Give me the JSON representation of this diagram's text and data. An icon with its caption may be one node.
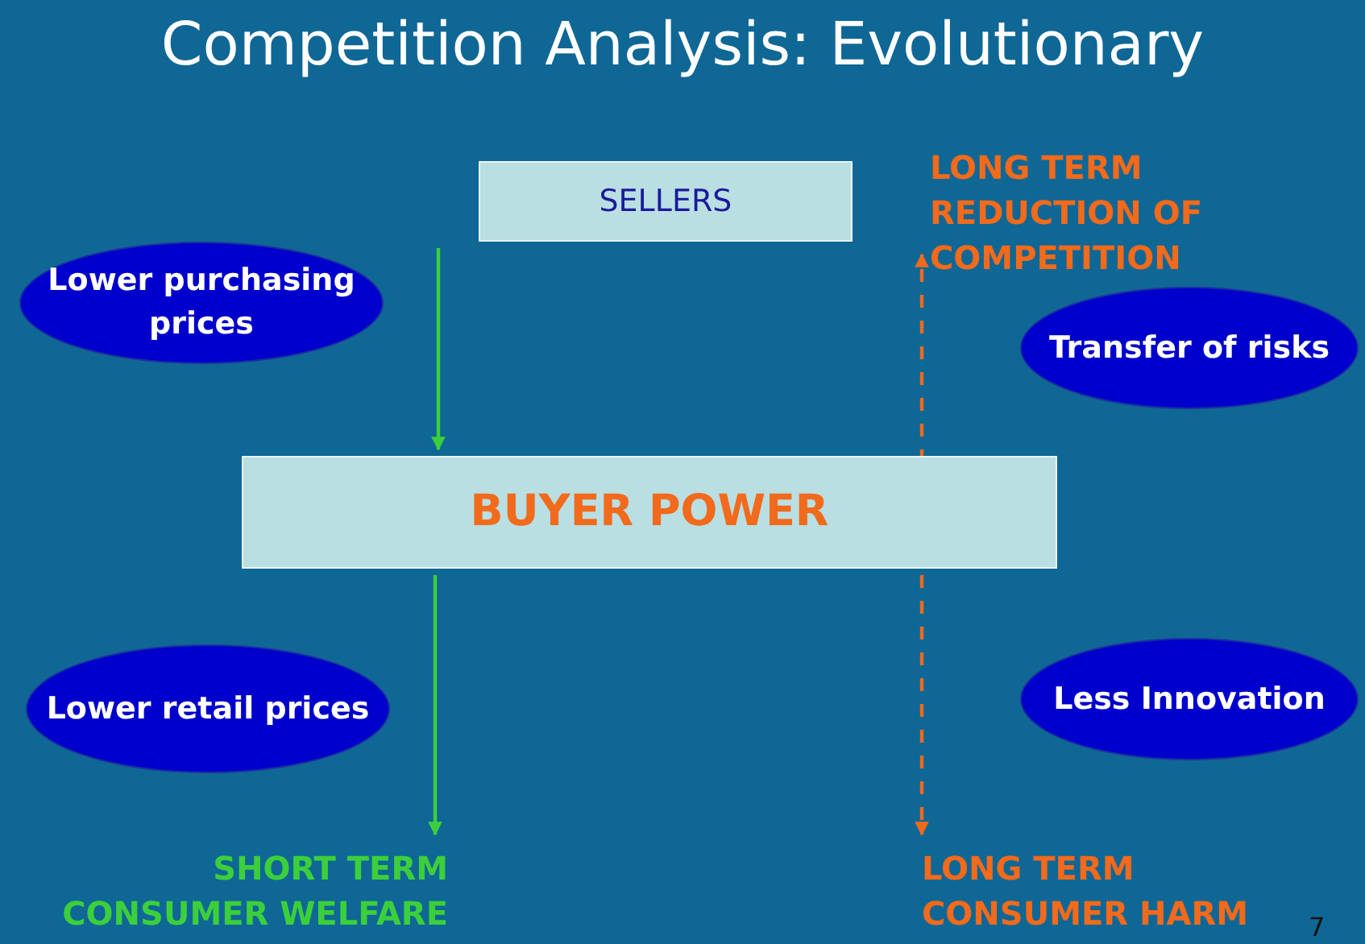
{
  "diagram": {
    "title": "Competition Analysis: Evolutionary",
    "nodes": [
      {
        "text": [
          "SELLERS"
        ]
      },
      {
        "text": [
          "LONG TERM REDUCTION OF COMPETITION"
        ]
      },
      {
        "text": [
          "Lower purchasing prices"
        ]
      },
      {
        "text": [
          "Transfer of risks"
        ]
      },
      {
        "text": [
          "BUYER POWER"
        ]
      },
      {
        "text": [
          "Lower retail prices"
        ]
      },
      {
        "text": [
          "Less Innovation"
        ]
      },
      {
        "text": [
          "SHORT TERM CONSUMER WELFARE"
        ]
      },
      {
        "text": [
          "LONG TERM CONSUMER HARM"
        ]
      }
    ],
    "edges": [
      {
        "from": 0,
        "to": 4,
        "arrow": "to",
        "color": "#3ccf3c"
      },
      {
        "from": 4,
        "to": 1,
        "arrow": "to",
        "style": "dashed",
        "color": "#f26a1b"
      },
      {
        "from": 4,
        "to": 7,
        "arrow": "to",
        "color": "#3ccf3c"
      },
      {
        "from": 4,
        "to": 8,
        "arrow": "to",
        "style": "dashed",
        "color": "#f26a1b"
      }
    ],
    "labels": [
      "7"
    ]
  }
}
